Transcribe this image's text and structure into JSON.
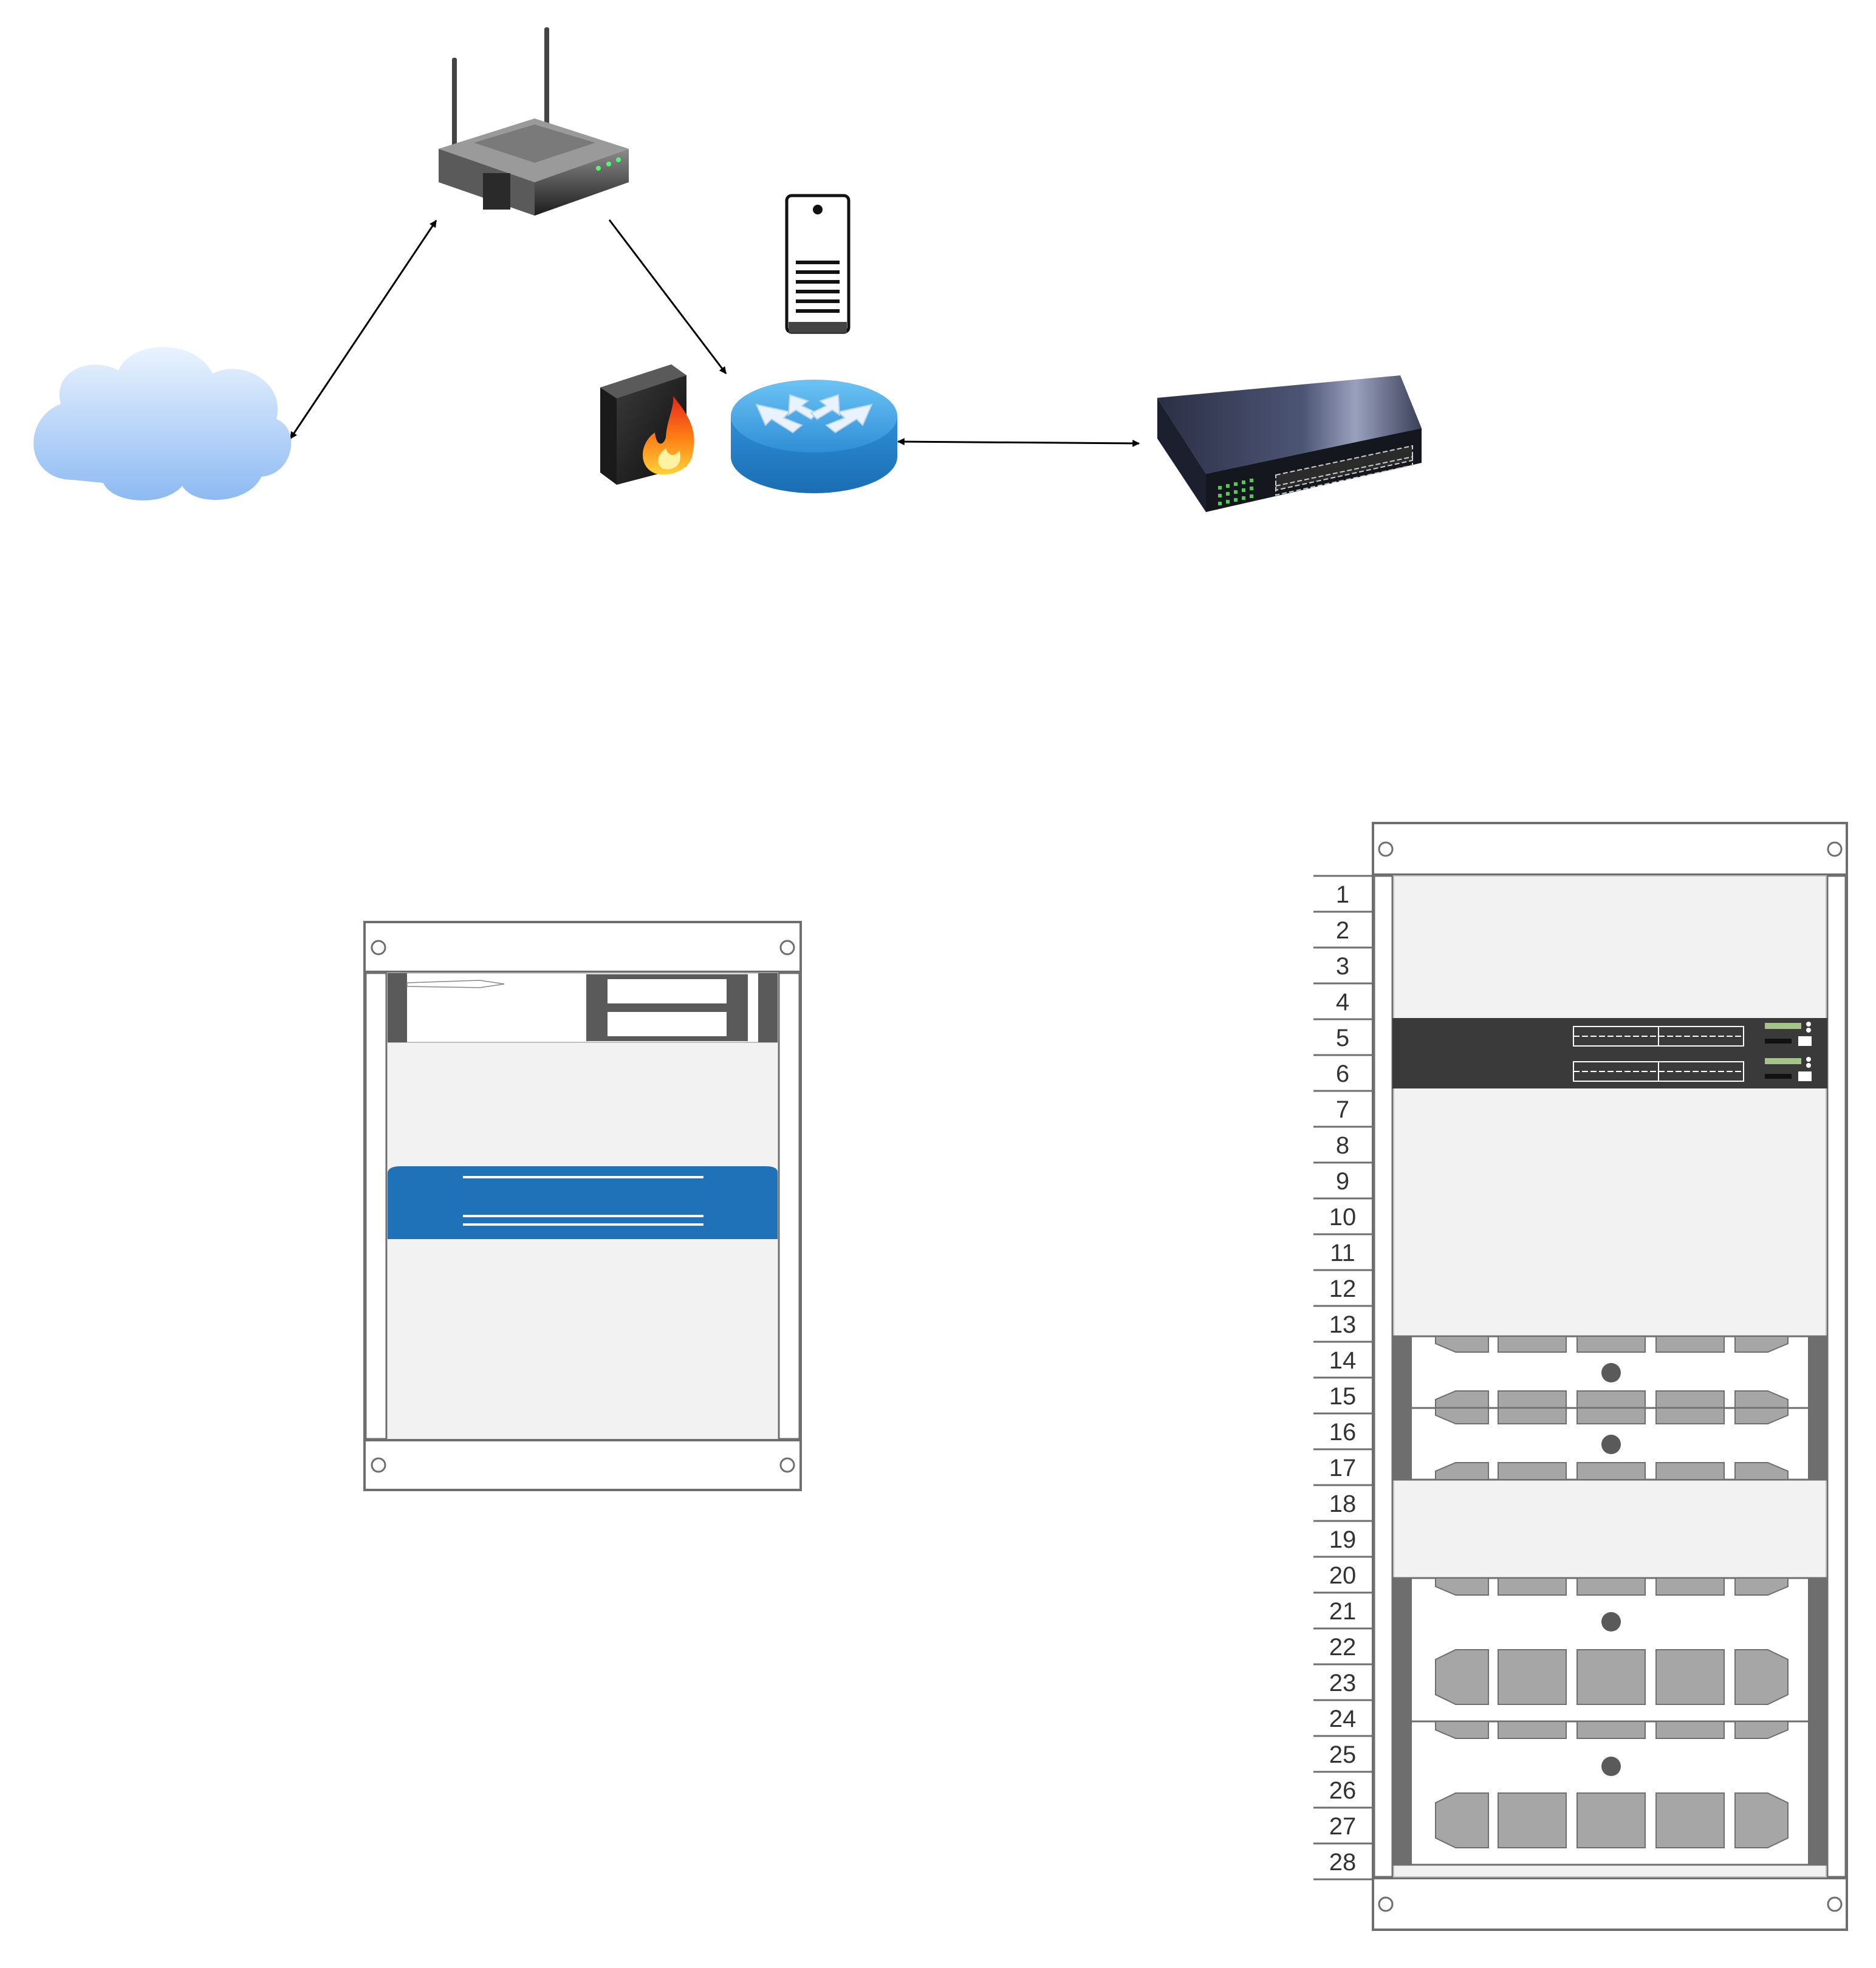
{
  "diagram": {
    "nodes": [
      {
        "id": "cloud",
        "icon": "cloud-icon"
      },
      {
        "id": "wireless-router",
        "icon": "wireless-router-icon"
      },
      {
        "id": "server",
        "icon": "tower-server-icon"
      },
      {
        "id": "firewall",
        "icon": "firewall-icon"
      },
      {
        "id": "router",
        "icon": "router-icon"
      },
      {
        "id": "switch",
        "icon": "network-switch-icon"
      }
    ],
    "edges": [
      {
        "from": "cloud",
        "to": "wireless-router",
        "direction": "both"
      },
      {
        "from": "wireless-router",
        "to": "router",
        "direction": "forward"
      },
      {
        "from": "router",
        "to": "switch",
        "direction": "both"
      }
    ]
  },
  "rack_small": {
    "devices": [
      "1u-server",
      "blank-panel",
      "blue-appliance",
      "blank-panel"
    ]
  },
  "rack_large": {
    "unit_labels": [
      "1",
      "2",
      "3",
      "4",
      "5",
      "6",
      "7",
      "8",
      "9",
      "10",
      "11",
      "12",
      "13",
      "14",
      "15",
      "16",
      "17",
      "18",
      "19",
      "20",
      "21",
      "22",
      "23",
      "24",
      "25",
      "26",
      "27",
      "28"
    ],
    "devices": [
      "blank-panel",
      "switch",
      "switch",
      "blank-panel",
      "storage-2u",
      "storage-2u",
      "blank-panel",
      "storage-4u",
      "storage-4u"
    ]
  },
  "colors": {
    "cloud": "#a9ccf7",
    "router": "#3a9de0",
    "appliance": "#1f72b8",
    "rack_frame": "#6e6e6e",
    "rack_fill": "#f2f2f2",
    "device_dark": "#3a3a3a"
  }
}
